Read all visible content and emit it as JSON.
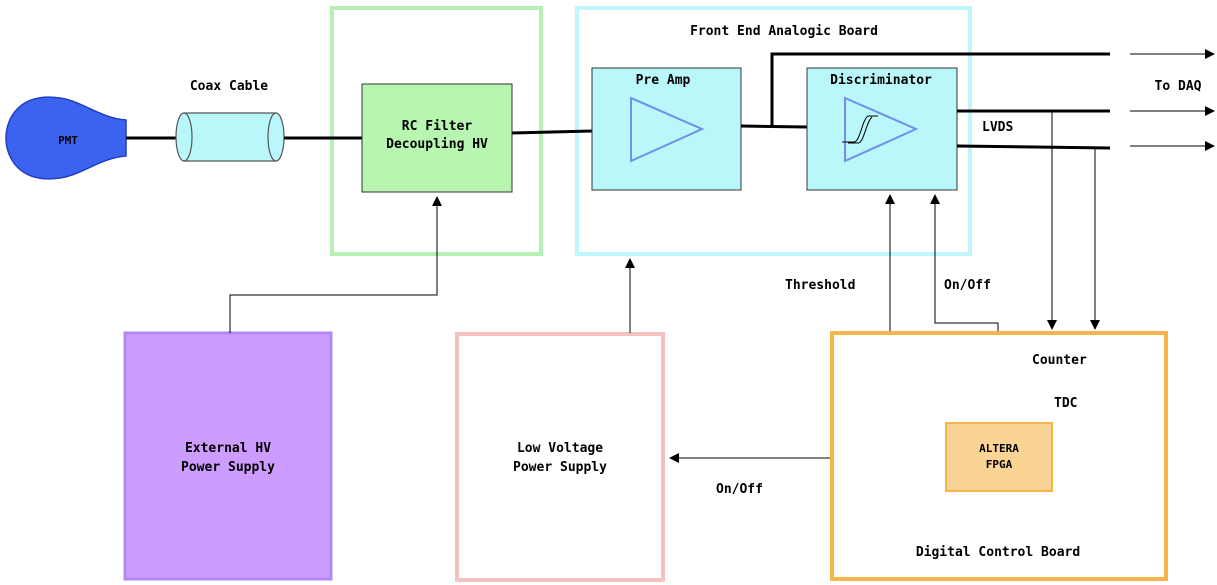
{
  "pmt": "PMT",
  "coax_cable": "Coax Cable",
  "rc_filter": {
    "line1": "RC Filter",
    "line2": "Decoupling HV"
  },
  "front_end": {
    "title": "Front End Analogic Board",
    "pre_amp": "Pre Amp",
    "discriminator": "Discriminator"
  },
  "to_daq": "To DAQ",
  "lvds": "LVDS",
  "threshold": "Threshold",
  "on_off_disc": "On/Off",
  "external_hv": {
    "line1": "External HV",
    "line2": "Power Supply"
  },
  "low_voltage": {
    "line1": "Low Voltage",
    "line2": "Power Supply"
  },
  "on_off_lv": "On/Off",
  "digital_board": {
    "title": "Digital Control Board",
    "counter": "Counter",
    "tdc": "TDC",
    "fpga_line1": "ALTERA",
    "fpga_line2": "FPGA"
  },
  "colors": {
    "green_border": "#b6f0b4",
    "green_fill": "#b7f5b0",
    "cyan_border": "#bff5fb",
    "cyan_fill": "#b9f7fb",
    "amp_triangle": "#6f8fe8",
    "pmt_fill": "#3b63f0",
    "purple_fill": "#cd9cff",
    "purple_border": "#b088ef",
    "pink_border": "#f4c1c1",
    "orange_border": "#f6b54b",
    "fpga_fill": "#fad494"
  }
}
